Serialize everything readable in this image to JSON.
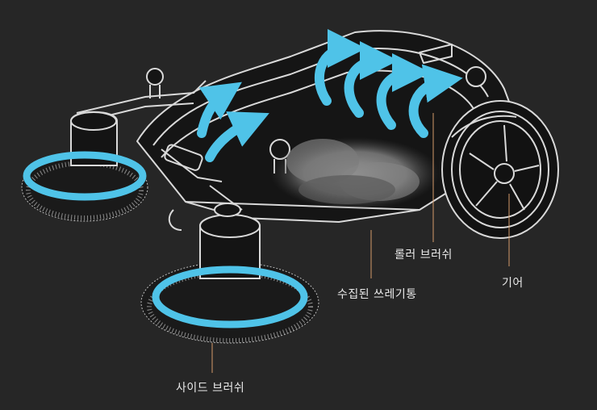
{
  "labels": {
    "roller_brush": "롤러 브러쉬",
    "collected_waste": "수집된 쓰레기통",
    "gear": "기어",
    "side_brush": "사이드 브러쉬"
  },
  "colors": {
    "background": "#262626",
    "airflow": "#4fc3e8",
    "outline": "#d9d9d9",
    "callout_line": "#d49a6a"
  }
}
